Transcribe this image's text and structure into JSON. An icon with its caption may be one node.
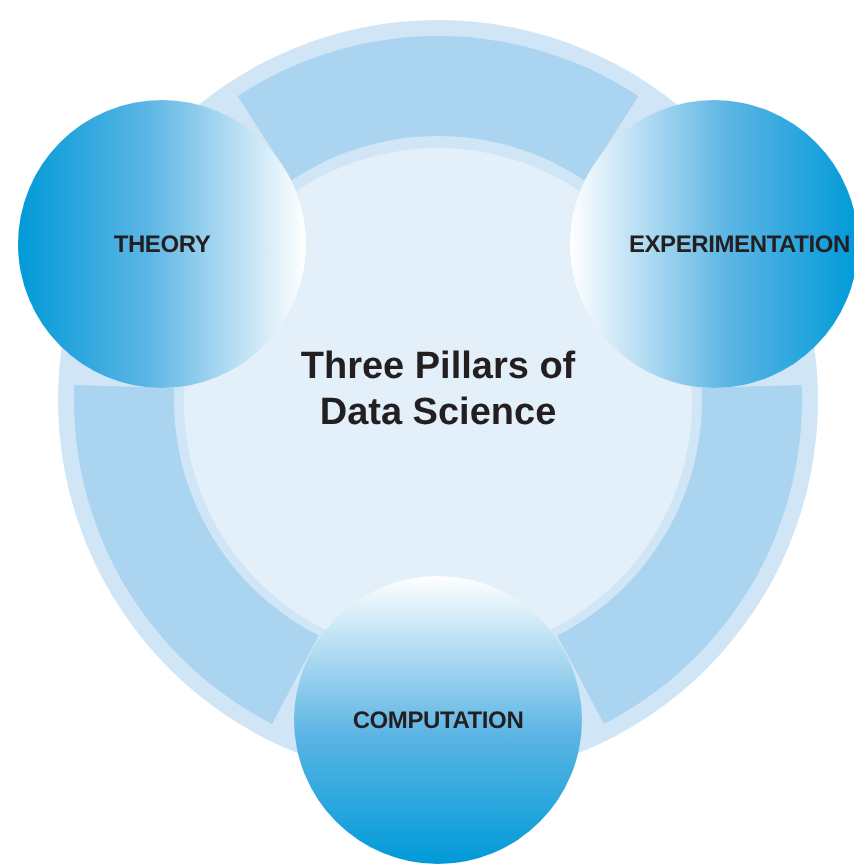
{
  "diagram": {
    "title": "Three Pillars of Data Science",
    "nodes": [
      {
        "text": [
          "THEORY"
        ]
      },
      {
        "text": [
          "EXPERIMENTATION"
        ]
      },
      {
        "text": [
          "COMPUTATION"
        ]
      }
    ],
    "edges": [
      {
        "from": 0,
        "to": 1,
        "arrow": "none"
      },
      {
        "from": 1,
        "to": 2,
        "arrow": "none"
      },
      {
        "from": 2,
        "to": 0,
        "arrow": "none"
      }
    ]
  }
}
